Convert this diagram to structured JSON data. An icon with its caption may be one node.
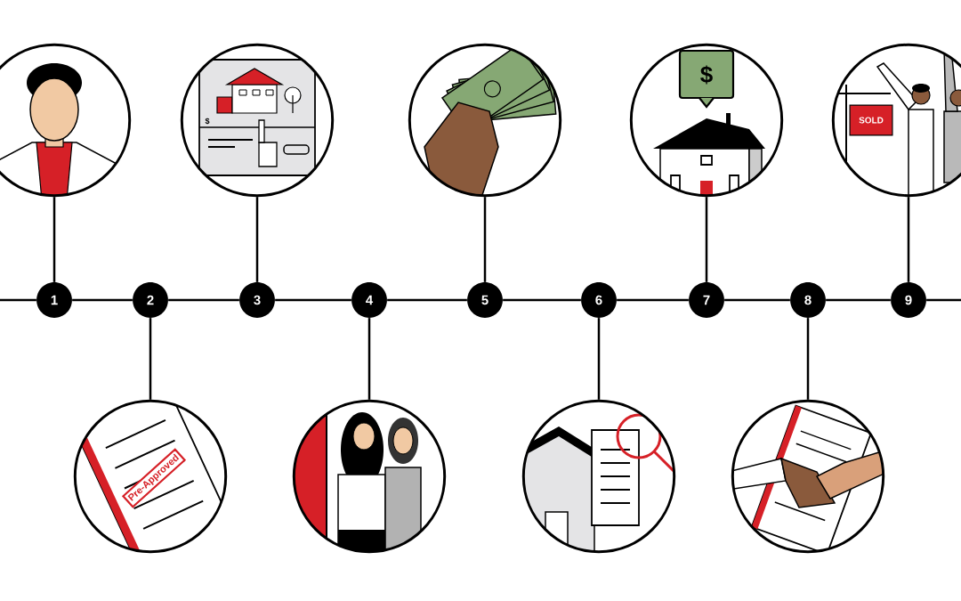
{
  "diagram": {
    "nodes": [
      {
        "text": [
          "1"
        ]
      },
      {
        "text": [
          "2"
        ]
      },
      {
        "text": [
          "3"
        ]
      },
      {
        "text": [
          "4"
        ]
      },
      {
        "text": [
          "5"
        ]
      },
      {
        "text": [
          "6"
        ]
      },
      {
        "text": [
          "7"
        ]
      },
      {
        "text": [
          "8"
        ]
      },
      {
        "text": [
          "9"
        ]
      },
      {
        "text": [],
        "shape": "picture"
      },
      {
        "text": [
          "Pre-Approved"
        ]
      },
      {
        "text": [
          "$"
        ]
      },
      {
        "text": [],
        "shape": "picture"
      },
      {
        "text": [],
        "shape": "picture"
      },
      {
        "text": [],
        "shape": "picture"
      },
      {
        "text": [
          "$"
        ]
      },
      {
        "text": [],
        "shape": "picture"
      },
      {
        "text": [
          "SOLD"
        ]
      }
    ],
    "edges": [
      {
        "from": null,
        "to": 0,
        "arrow": "none"
      },
      {
        "from": 0,
        "to": 1,
        "arrow": "none"
      },
      {
        "from": 1,
        "to": 2,
        "arrow": "none"
      },
      {
        "from": 2,
        "to": 3,
        "arrow": "none"
      },
      {
        "from": 3,
        "to": 4,
        "arrow": "none"
      },
      {
        "from": 4,
        "to": 5,
        "arrow": "none"
      },
      {
        "from": 5,
        "to": 6,
        "arrow": "none"
      },
      {
        "from": 6,
        "to": 7,
        "arrow": "none"
      },
      {
        "from": 7,
        "to": 8,
        "arrow": "none"
      },
      {
        "from": 8,
        "to": null,
        "arrow": "none"
      },
      {
        "from": 0,
        "to": 9,
        "arrow": "none"
      },
      {
        "from": 1,
        "to": 10,
        "arrow": "none"
      },
      {
        "from": 2,
        "to": 11,
        "arrow": "none"
      },
      {
        "from": 3,
        "to": 12,
        "arrow": "none"
      },
      {
        "from": 4,
        "to": 13,
        "arrow": "none"
      },
      {
        "from": 5,
        "to": 14,
        "arrow": "none"
      },
      {
        "from": 6,
        "to": 15,
        "arrow": "none"
      },
      {
        "from": 7,
        "to": 16,
        "arrow": "none"
      },
      {
        "from": 8,
        "to": 17,
        "arrow": "none"
      }
    ]
  }
}
